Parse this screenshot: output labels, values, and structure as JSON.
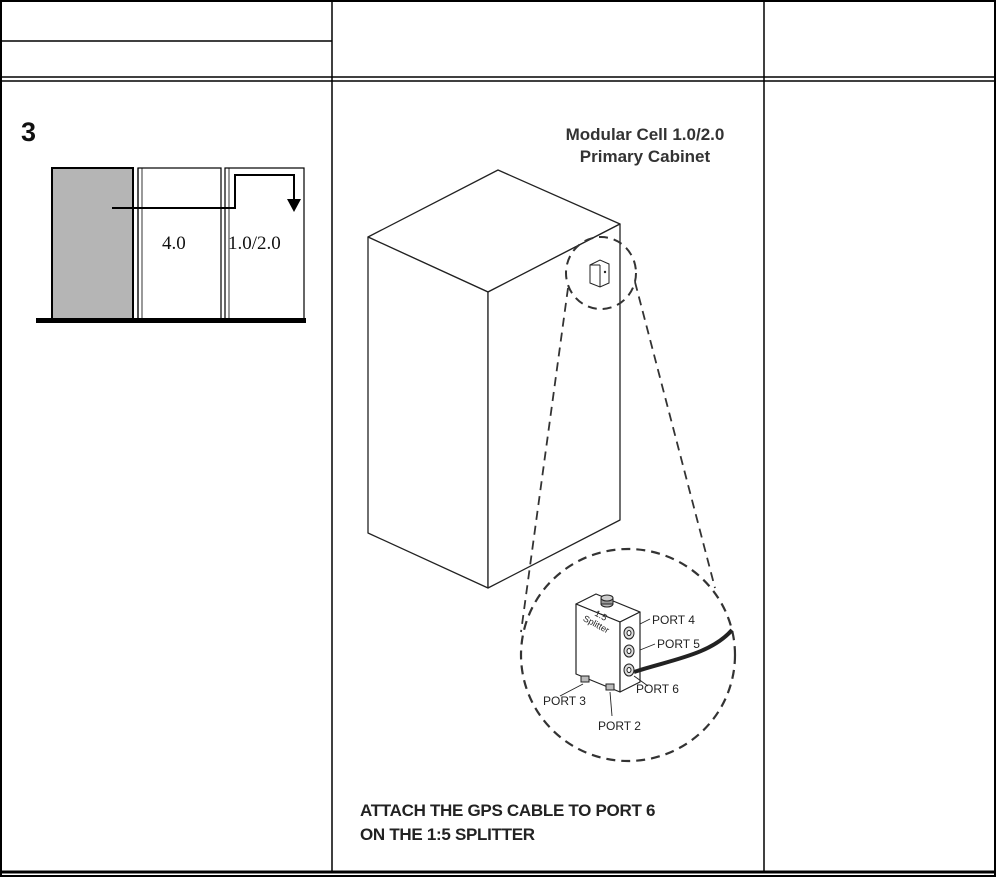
{
  "step": {
    "number": "3"
  },
  "rack": {
    "labels": [
      "4.0",
      "1.0/2.0"
    ]
  },
  "cabinet": {
    "title_line1": "Modular Cell 1.0/2.0",
    "title_line2": "Primary Cabinet"
  },
  "splitter": {
    "label_line1": "1:5",
    "label_line2": "Splitter"
  },
  "ports": [
    "PORT 4",
    "PORT 5",
    "PORT 6",
    "PORT 3",
    "PORT 2"
  ],
  "instruction": {
    "line1": "ATTACH THE GPS CABLE TO PORT 6",
    "line2": "ON THE 1:5 SPLITTER"
  }
}
